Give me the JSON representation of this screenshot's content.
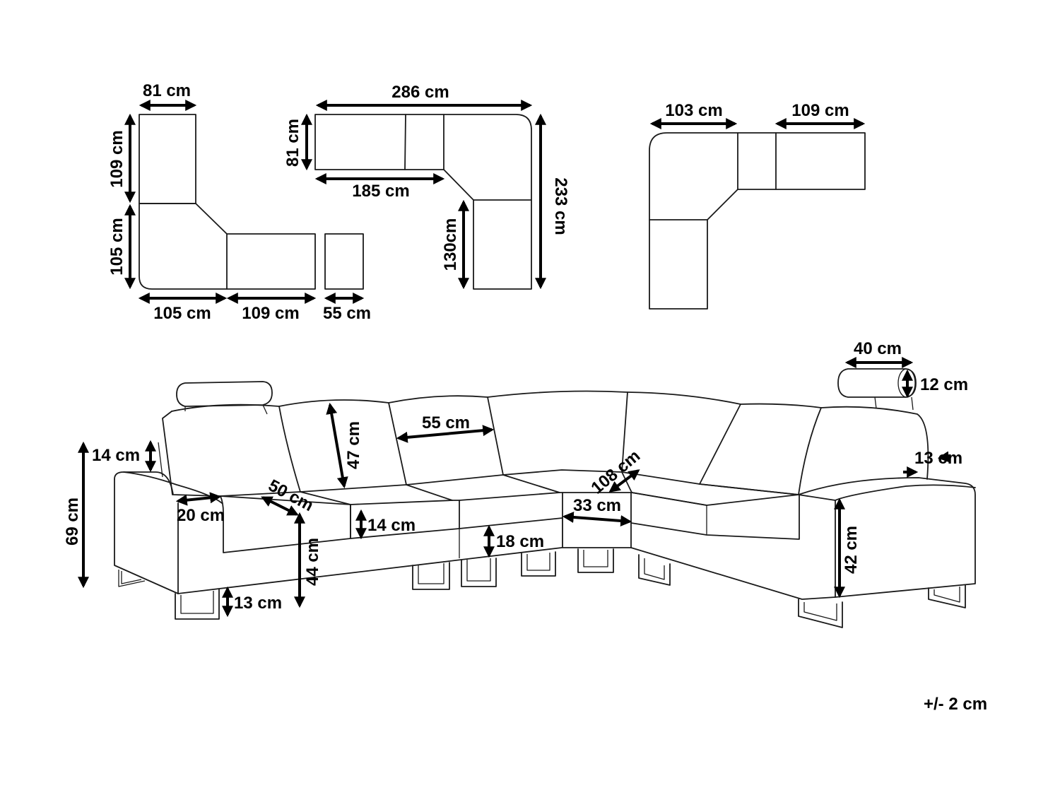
{
  "layout_a": {
    "top_width": "81 cm",
    "upper_height": "109 cm",
    "lower_height": "105 cm",
    "corner_width": "105 cm",
    "seat_width": "109 cm",
    "ottoman_width": "55 cm"
  },
  "layout_b": {
    "total_width": "286 cm",
    "depth": "81 cm",
    "straight_width": "185 cm",
    "side_height": "130cm",
    "total_height": "233 cm"
  },
  "layout_c": {
    "corner_width": "103 cm",
    "seat_width": "109 cm"
  },
  "sofa": {
    "headrest_width": "40 cm",
    "headrest_height": "12 cm",
    "armrest_width_right": "13 cm",
    "armrest_height": "14 cm",
    "total_height": "69 cm",
    "armrest_width": "20 cm",
    "seat_depth": "50 cm",
    "back_height": "47 cm",
    "back_width": "55 cm",
    "corner_depth": "108 cm",
    "corner_seat_width": "33 cm",
    "cushion_height": "14 cm",
    "base_height": "18 cm",
    "seat_height": "44 cm",
    "leg_height": "13 cm",
    "arm_height": "42 cm"
  },
  "tolerance": "+/- 2 cm",
  "icons": [
    "double-headed-arrow"
  ]
}
